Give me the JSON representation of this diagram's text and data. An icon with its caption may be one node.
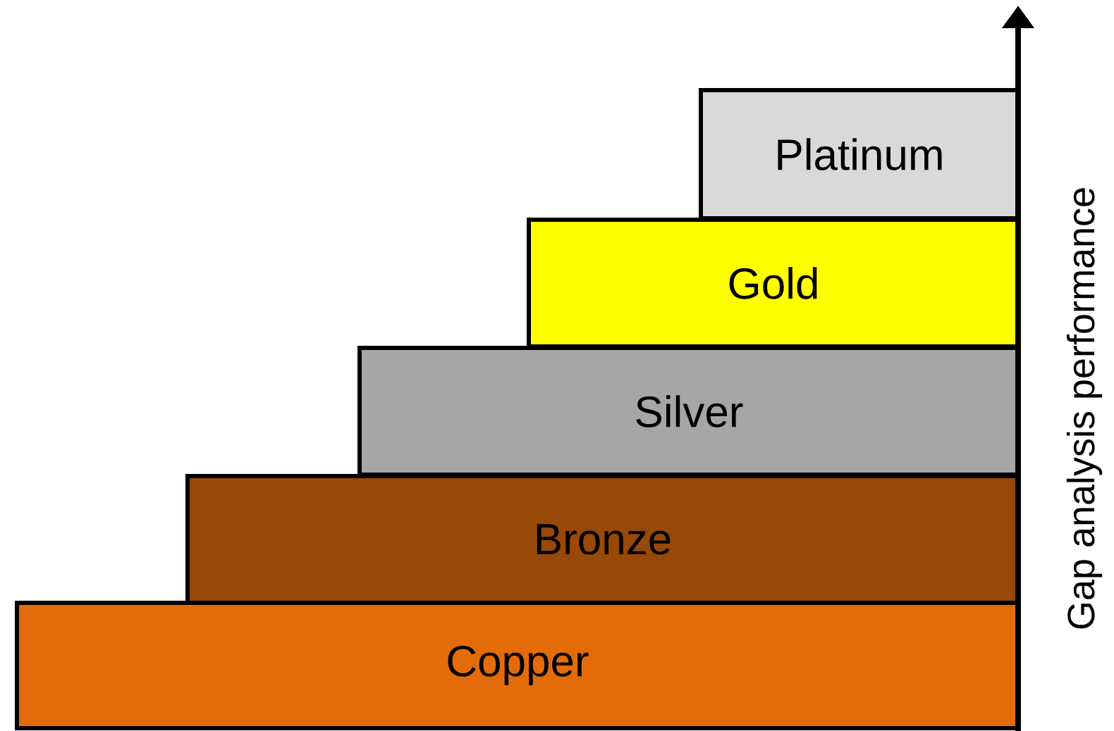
{
  "diagram": {
    "nodes": [
      {
        "text": [
          "Platinum"
        ]
      },
      {
        "text": [
          "Gold"
        ]
      },
      {
        "text": [
          "Silver"
        ]
      },
      {
        "text": [
          "Bronze"
        ]
      },
      {
        "text": [
          "Copper"
        ]
      }
    ],
    "labels": [
      "Gap analysis performance"
    ]
  }
}
